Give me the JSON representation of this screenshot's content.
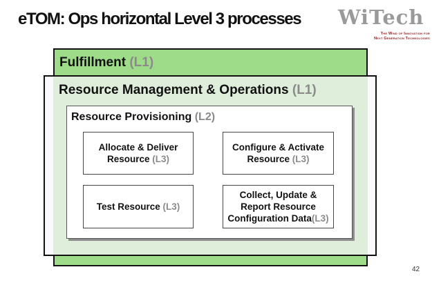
{
  "slide": {
    "title": "eTOM: Ops horizontal  Level 3 processes",
    "page_number": "42"
  },
  "logo": {
    "wordmark": "WiTech",
    "tagline_line1": "The Wind of Innovation for",
    "tagline_line2": "Next Generation Technologies"
  },
  "colors": {
    "fulfillment_fill": "#9fdc8a",
    "rmo_fill": "#c2e4b4",
    "level_tag": "#8a8a8a",
    "logo_tagline": "#8b1a1a"
  },
  "diagram": {
    "fulfillment": {
      "name": "Fulfillment",
      "level": "(L1)"
    },
    "resource_mgmt_ops": {
      "name": "Resource Management & Operations",
      "level": "(L1)"
    },
    "resource_provisioning": {
      "name": "Resource Provisioning",
      "level": "(L2)"
    },
    "l3_processes": [
      {
        "line1": "Allocate & Deliver",
        "line2": "Resource",
        "level": "(L3)"
      },
      {
        "line1": "Configure & Activate",
        "line2": "Resource",
        "level": "(L3)"
      },
      {
        "line1": "Test Resource",
        "level": "(L3)"
      },
      {
        "line1": "Collect, Update &",
        "line2": "Report Resource",
        "line3": "Configuration Data",
        "level": "(L3)"
      }
    ]
  }
}
